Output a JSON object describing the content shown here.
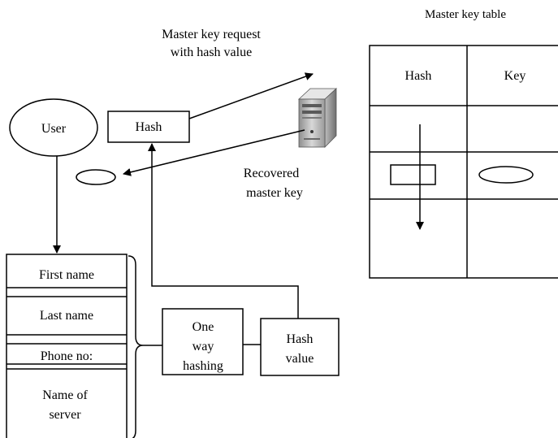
{
  "labels": {
    "master_key_table_title": "Master key table",
    "request_line1": "Master key request",
    "request_line2": "with hash value",
    "user": "User",
    "hash_box": "Hash",
    "recovered_line1": "Recovered",
    "recovered_line2": "master key",
    "table_header_hash": "Hash",
    "table_header_key": "Key",
    "form_first_name": "First name",
    "form_last_name": "Last name",
    "form_phone": "Phone no:",
    "form_server_line1": "Name of",
    "form_server_line2": "server",
    "hashing_line1": "One",
    "hashing_line2": "way",
    "hashing_line3": "hashing",
    "hash_value_line1": "Hash",
    "hash_value_line2": "value"
  },
  "icons": {
    "server": "server-icon"
  }
}
